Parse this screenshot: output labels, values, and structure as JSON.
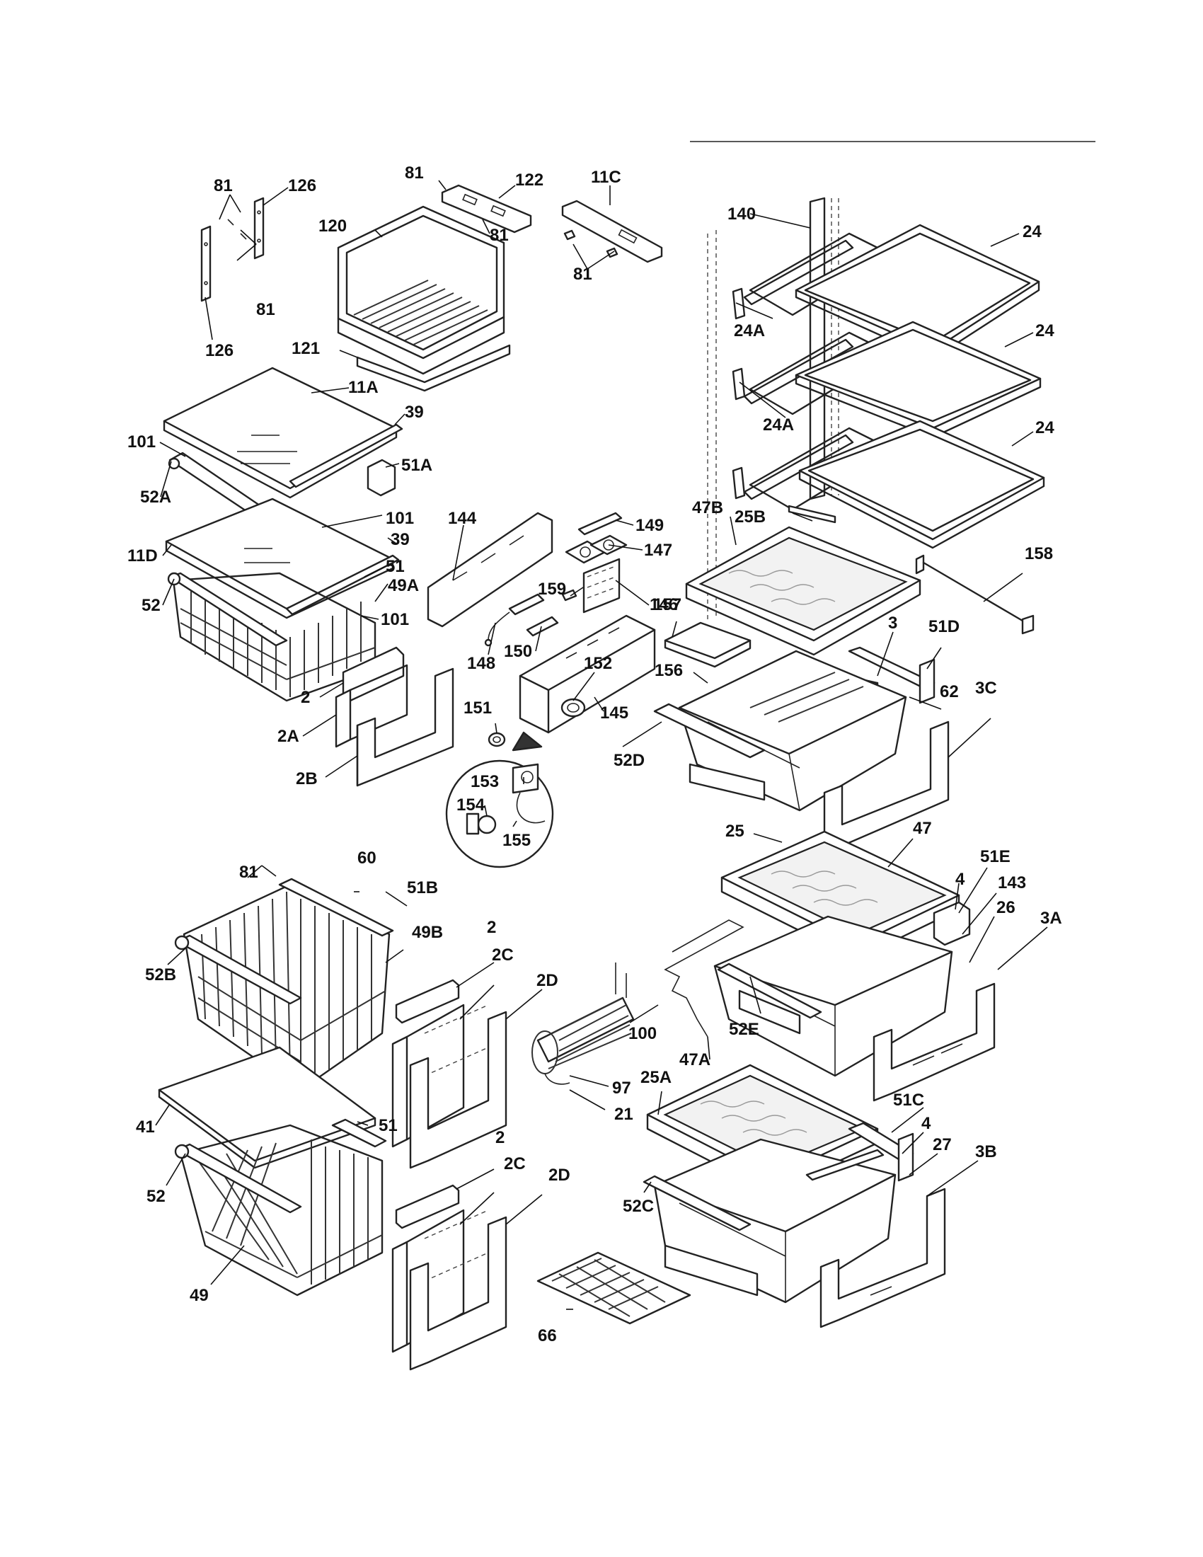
{
  "labels": [
    {
      "text": "81"
    },
    {
      "text": "126"
    },
    {
      "text": "81"
    },
    {
      "text": "126"
    },
    {
      "text": "81"
    },
    {
      "text": "122"
    },
    {
      "text": "120"
    },
    {
      "text": "81"
    },
    {
      "text": "121"
    },
    {
      "text": "11C"
    },
    {
      "text": "81"
    },
    {
      "text": "140"
    },
    {
      "text": "24"
    },
    {
      "text": "24A"
    },
    {
      "text": "24"
    },
    {
      "text": "24A"
    },
    {
      "text": "24"
    },
    {
      "text": "25B"
    },
    {
      "text": "11A"
    },
    {
      "text": "39"
    },
    {
      "text": "101"
    },
    {
      "text": "51A"
    },
    {
      "text": "52A"
    },
    {
      "text": "101"
    },
    {
      "text": "39"
    },
    {
      "text": "11D"
    },
    {
      "text": "51"
    },
    {
      "text": "49A"
    },
    {
      "text": "52"
    },
    {
      "text": "101"
    },
    {
      "text": "2"
    },
    {
      "text": "2A"
    },
    {
      "text": "2B"
    },
    {
      "text": "144"
    },
    {
      "text": "149"
    },
    {
      "text": "147"
    },
    {
      "text": "159"
    },
    {
      "text": "146"
    },
    {
      "text": "150"
    },
    {
      "text": "148"
    },
    {
      "text": "152"
    },
    {
      "text": "151"
    },
    {
      "text": "145"
    },
    {
      "text": "153"
    },
    {
      "text": "154"
    },
    {
      "text": "155"
    },
    {
      "text": "47B"
    },
    {
      "text": "158"
    },
    {
      "text": "157"
    },
    {
      "text": "3"
    },
    {
      "text": "51D"
    },
    {
      "text": "156"
    },
    {
      "text": "62"
    },
    {
      "text": "3C"
    },
    {
      "text": "52D"
    },
    {
      "text": "81"
    },
    {
      "text": "60"
    },
    {
      "text": "51B"
    },
    {
      "text": "49B"
    },
    {
      "text": "52B"
    },
    {
      "text": "2"
    },
    {
      "text": "2C"
    },
    {
      "text": "2D"
    },
    {
      "text": "41"
    },
    {
      "text": "51"
    },
    {
      "text": "52"
    },
    {
      "text": "49"
    },
    {
      "text": "2"
    },
    {
      "text": "2C"
    },
    {
      "text": "2D"
    },
    {
      "text": "100"
    },
    {
      "text": "97"
    },
    {
      "text": "21"
    },
    {
      "text": "66"
    },
    {
      "text": "25"
    },
    {
      "text": "47"
    },
    {
      "text": "51E"
    },
    {
      "text": "4"
    },
    {
      "text": "143"
    },
    {
      "text": "26"
    },
    {
      "text": "3A"
    },
    {
      "text": "52E"
    },
    {
      "text": "47A"
    },
    {
      "text": "25A"
    },
    {
      "text": "51C"
    },
    {
      "text": "4"
    },
    {
      "text": "27"
    },
    {
      "text": "3B"
    },
    {
      "text": "52C"
    }
  ]
}
